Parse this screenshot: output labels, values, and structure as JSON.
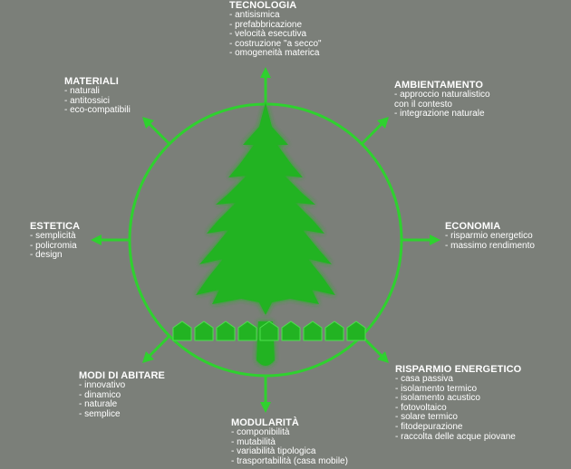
{
  "colors": {
    "background": "#7b7f79",
    "accent": "#2fd12f",
    "tree": "#22b322",
    "text": "#ffffff"
  },
  "sections": {
    "tecnologia": {
      "title": "TECNOLOGIA",
      "items": [
        "- antisismica",
        "- prefabbricazione",
        "- velocità esecutiva",
        "- costruzione \"a secco\"",
        "- omogeneità materica"
      ]
    },
    "materiali": {
      "title": "MATERIALI",
      "items": [
        "- naturali",
        "- antitossici",
        "- eco-compatibili"
      ]
    },
    "ambientamento": {
      "title": "AMBIENTAMENTO",
      "items": [
        "- approccio naturalistico",
        "con il contesto",
        "- integrazione naturale"
      ]
    },
    "estetica": {
      "title": "ESTETICA",
      "items": [
        "- semplicità",
        "- policromia",
        "- design"
      ]
    },
    "economia": {
      "title": "ECONOMIA",
      "items": [
        "- risparmio energetico",
        "- massimo rendimento"
      ]
    },
    "modi_di_abitare": {
      "title": "MODI DI ABITARE",
      "items": [
        "- innovativo",
        "- dinamico",
        "- naturale",
        "- semplice"
      ]
    },
    "risparmio_energetico": {
      "title": "RISPARMIO ENERGETICO",
      "items": [
        "- casa passiva",
        "- isolamento termico",
        "- isolamento acustico",
        "- fotovoltaico",
        "- solare termico",
        "- fitodepurazione",
        "- raccolta delle acque piovane"
      ]
    },
    "modularita": {
      "title": "MODULARITÀ",
      "items": [
        "- componibilità",
        "- mutabilità",
        "- variabilità tipologica",
        "- trasportabilità (casa mobile)"
      ]
    }
  }
}
